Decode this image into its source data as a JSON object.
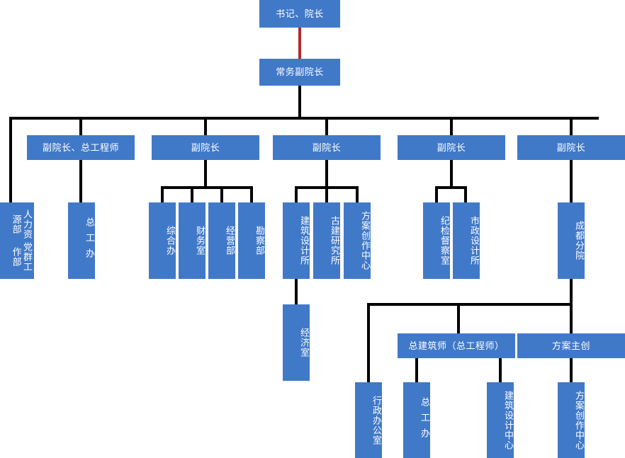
{
  "meta": {
    "title": "组织架构图",
    "node_fill": "#4179c9",
    "node_text": "#ffffff",
    "connector_color": "#000000",
    "highlight_connector_color": "#b5292b",
    "background": "#ffffff"
  },
  "nodes": {
    "root": {
      "label": "书记、院长"
    },
    "executive_vice": {
      "label": "常务副院长"
    },
    "vp1": {
      "label": "副院长、总工程师"
    },
    "vp2": {
      "label": "副院长"
    },
    "vp3": {
      "label": "副院长"
    },
    "vp4": {
      "label": "副院长"
    },
    "vp5": {
      "label": "副院长"
    },
    "hr_party": {
      "label_a": "人力资源部",
      "label_b": "党群工作部"
    },
    "chief_eng_office": {
      "label": "总工办"
    },
    "general_office": {
      "label": "综合办"
    },
    "finance_office": {
      "label": "财务室"
    },
    "operations_dept": {
      "label": "经营部"
    },
    "survey_dept": {
      "label": "勘察部"
    },
    "arch_design_institute": {
      "label": "建筑设计所"
    },
    "ancient_arch_institute": {
      "label": "古建研究所"
    },
    "scheme_creation_center": {
      "label": "方案创作中心"
    },
    "discipline_office": {
      "label": "纪检督察室"
    },
    "municipal_design_institute": {
      "label": "市政设计所"
    },
    "chengdu_branch": {
      "label": "成都分院"
    },
    "economics_office": {
      "label": "经济室"
    },
    "chief_architect": {
      "label": "总建筑师（总工程师）"
    },
    "scheme_lead": {
      "label": "方案主创"
    },
    "admin_office": {
      "label": "行政办公室"
    },
    "branch_chief_eng_office": {
      "label": "总工办"
    },
    "arch_design_center": {
      "label": "建筑设计中心"
    },
    "branch_scheme_center": {
      "label": "方案创作中心"
    }
  }
}
